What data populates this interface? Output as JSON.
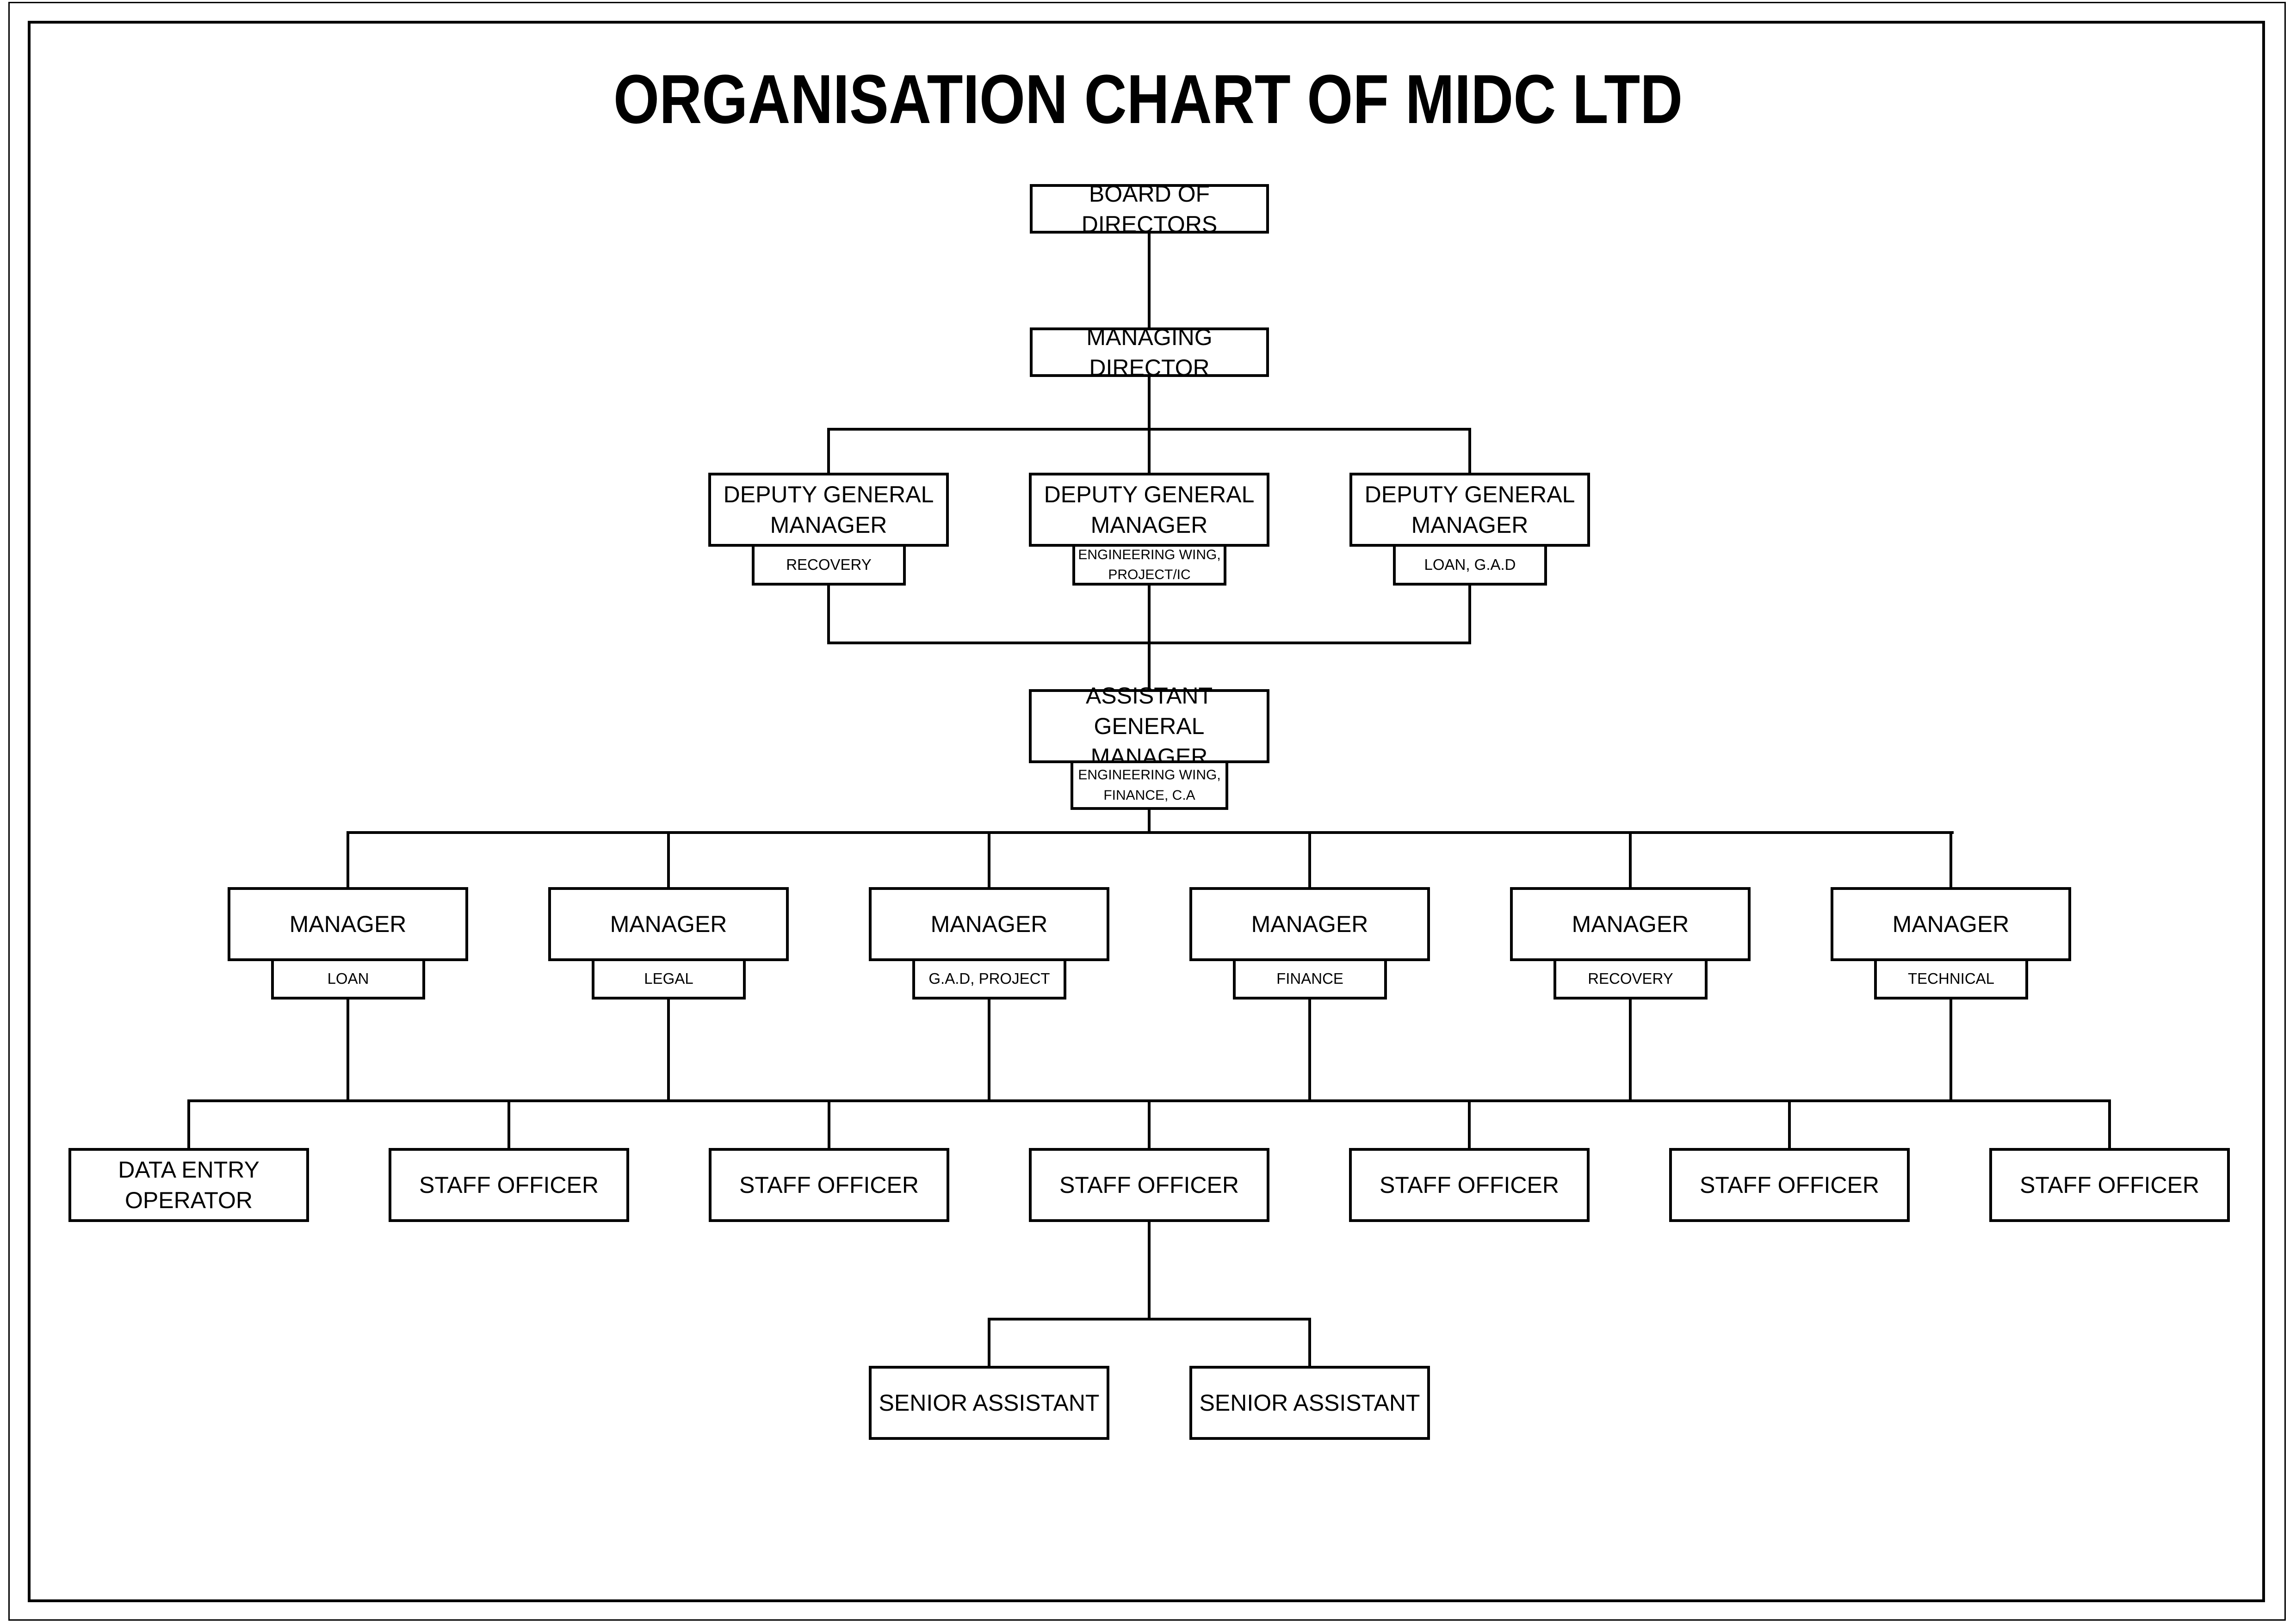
{
  "title": "ORGANISATION CHART OF MIDC LTD",
  "org": {
    "board": "BOARD OF DIRECTORS",
    "managing_director": "MANAGING DIRECTOR",
    "dgm_label": "DEPUTY GENERAL MANAGER",
    "dgm_depts": [
      "RECOVERY",
      "ENGINEERING WING, PROJECT/IC",
      "LOAN, G.A.D"
    ],
    "agm_label": "ASSISTANT GENERAL MANAGER",
    "agm_dept": "ENGINEERING WING, FINANCE, C.A",
    "manager_label": "MANAGER",
    "manager_depts": [
      "LOAN",
      "LEGAL",
      "G.A.D, PROJECT",
      "FINANCE",
      "RECOVERY",
      "TECHNICAL"
    ],
    "staff_row": [
      "DATA ENTRY OPERATOR",
      "STAFF OFFICER",
      "STAFF OFFICER",
      "STAFF OFFICER",
      "STAFF OFFICER",
      "STAFF OFFICER",
      "STAFF OFFICER"
    ],
    "senior_assistants": [
      "SENIOR ASSISTANT",
      "SENIOR ASSISTANT"
    ]
  },
  "colors": {
    "line": "#000000",
    "background": "#ffffff",
    "text": "#000000"
  }
}
